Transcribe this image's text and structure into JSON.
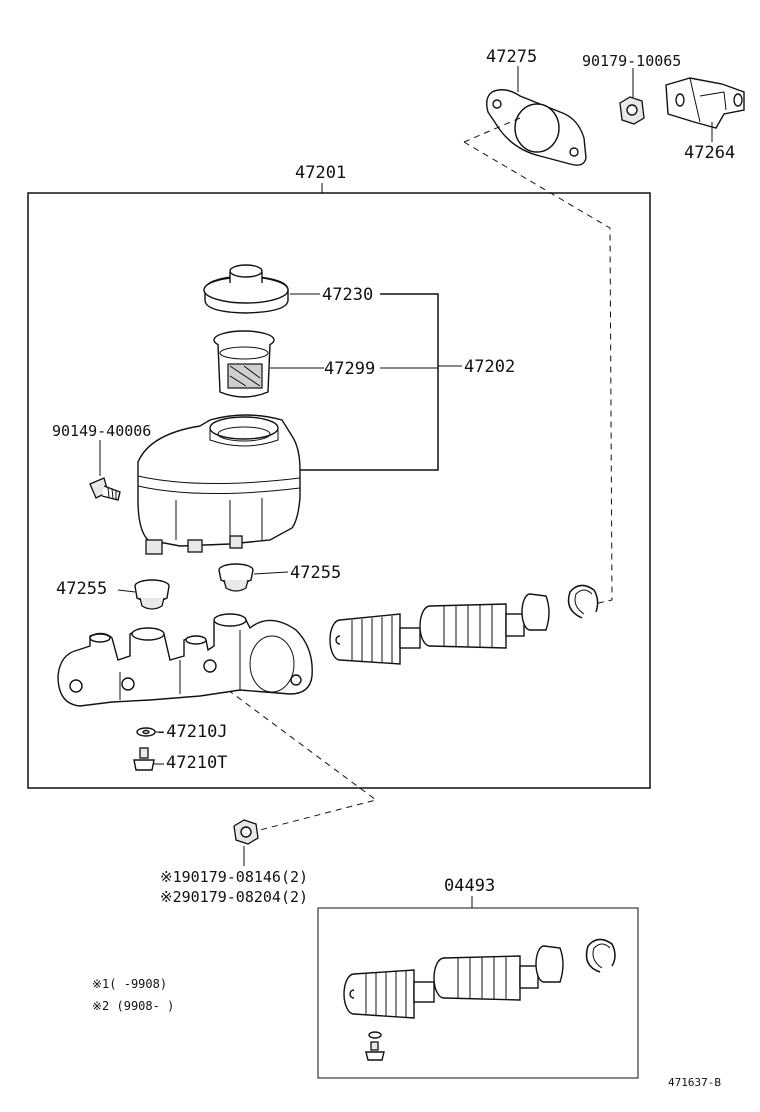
{
  "labels": {
    "p47275": "47275",
    "p90179_10065": "90179-10065",
    "p47264": "47264",
    "p47201": "47201",
    "p47230": "47230",
    "p47299": "47299",
    "p47202": "47202",
    "p90149_40006": "90149-40006",
    "p47255_left": "47255",
    "p47255_right": "47255",
    "p47210J": "-47210J",
    "p47210T": "47210T",
    "p90179_08146": "※190179-08146(2)",
    "p90179_08204": "※290179-08204(2)",
    "p04493": "04493",
    "note1": "※1(     -9908)",
    "note2": "※2 (9908-       )",
    "diagram_code": "471637-B"
  }
}
